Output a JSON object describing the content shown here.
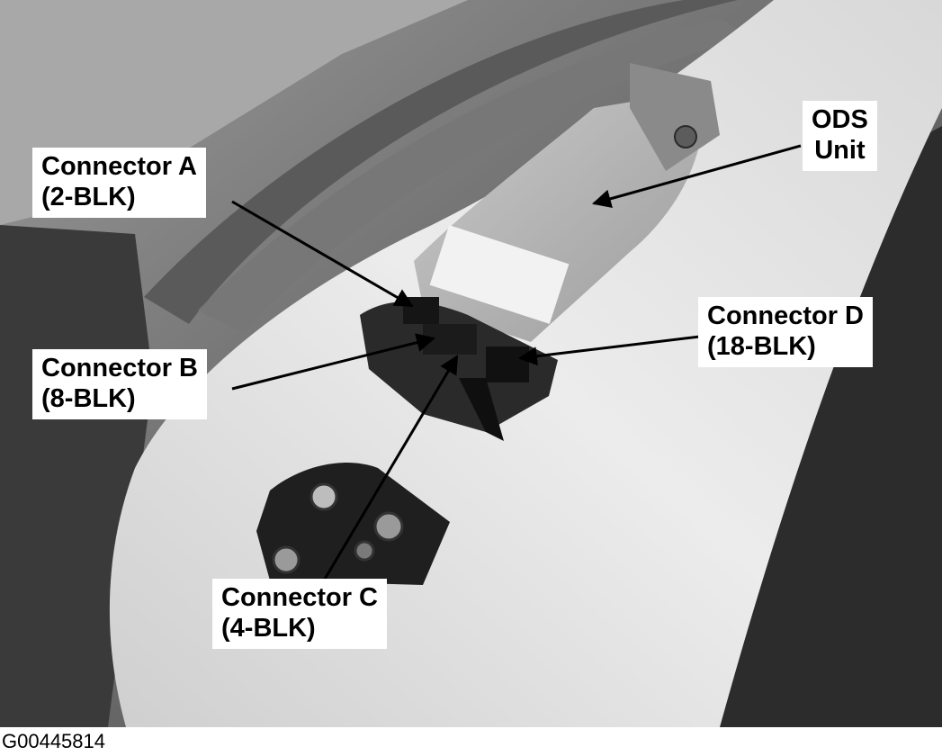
{
  "callouts": {
    "connector_a": {
      "line1": "Connector A",
      "line2": "(2-BLK)"
    },
    "connector_b": {
      "line1": "Connector B",
      "line2": "(8-BLK)"
    },
    "connector_c": {
      "line1": "Connector C",
      "line2": "(4-BLK)"
    },
    "connector_d": {
      "line1": "Connector D",
      "line2": "(18-BLK)"
    },
    "ods_unit": {
      "line1": "ODS",
      "line2": "Unit"
    }
  },
  "figure_id": "G00445814",
  "colors": {
    "background": "#ffffff",
    "label_text": "#000000",
    "photo_dark": "#2e2e2e",
    "photo_mid": "#6b6b6b",
    "photo_light": "#e4e4e4"
  }
}
